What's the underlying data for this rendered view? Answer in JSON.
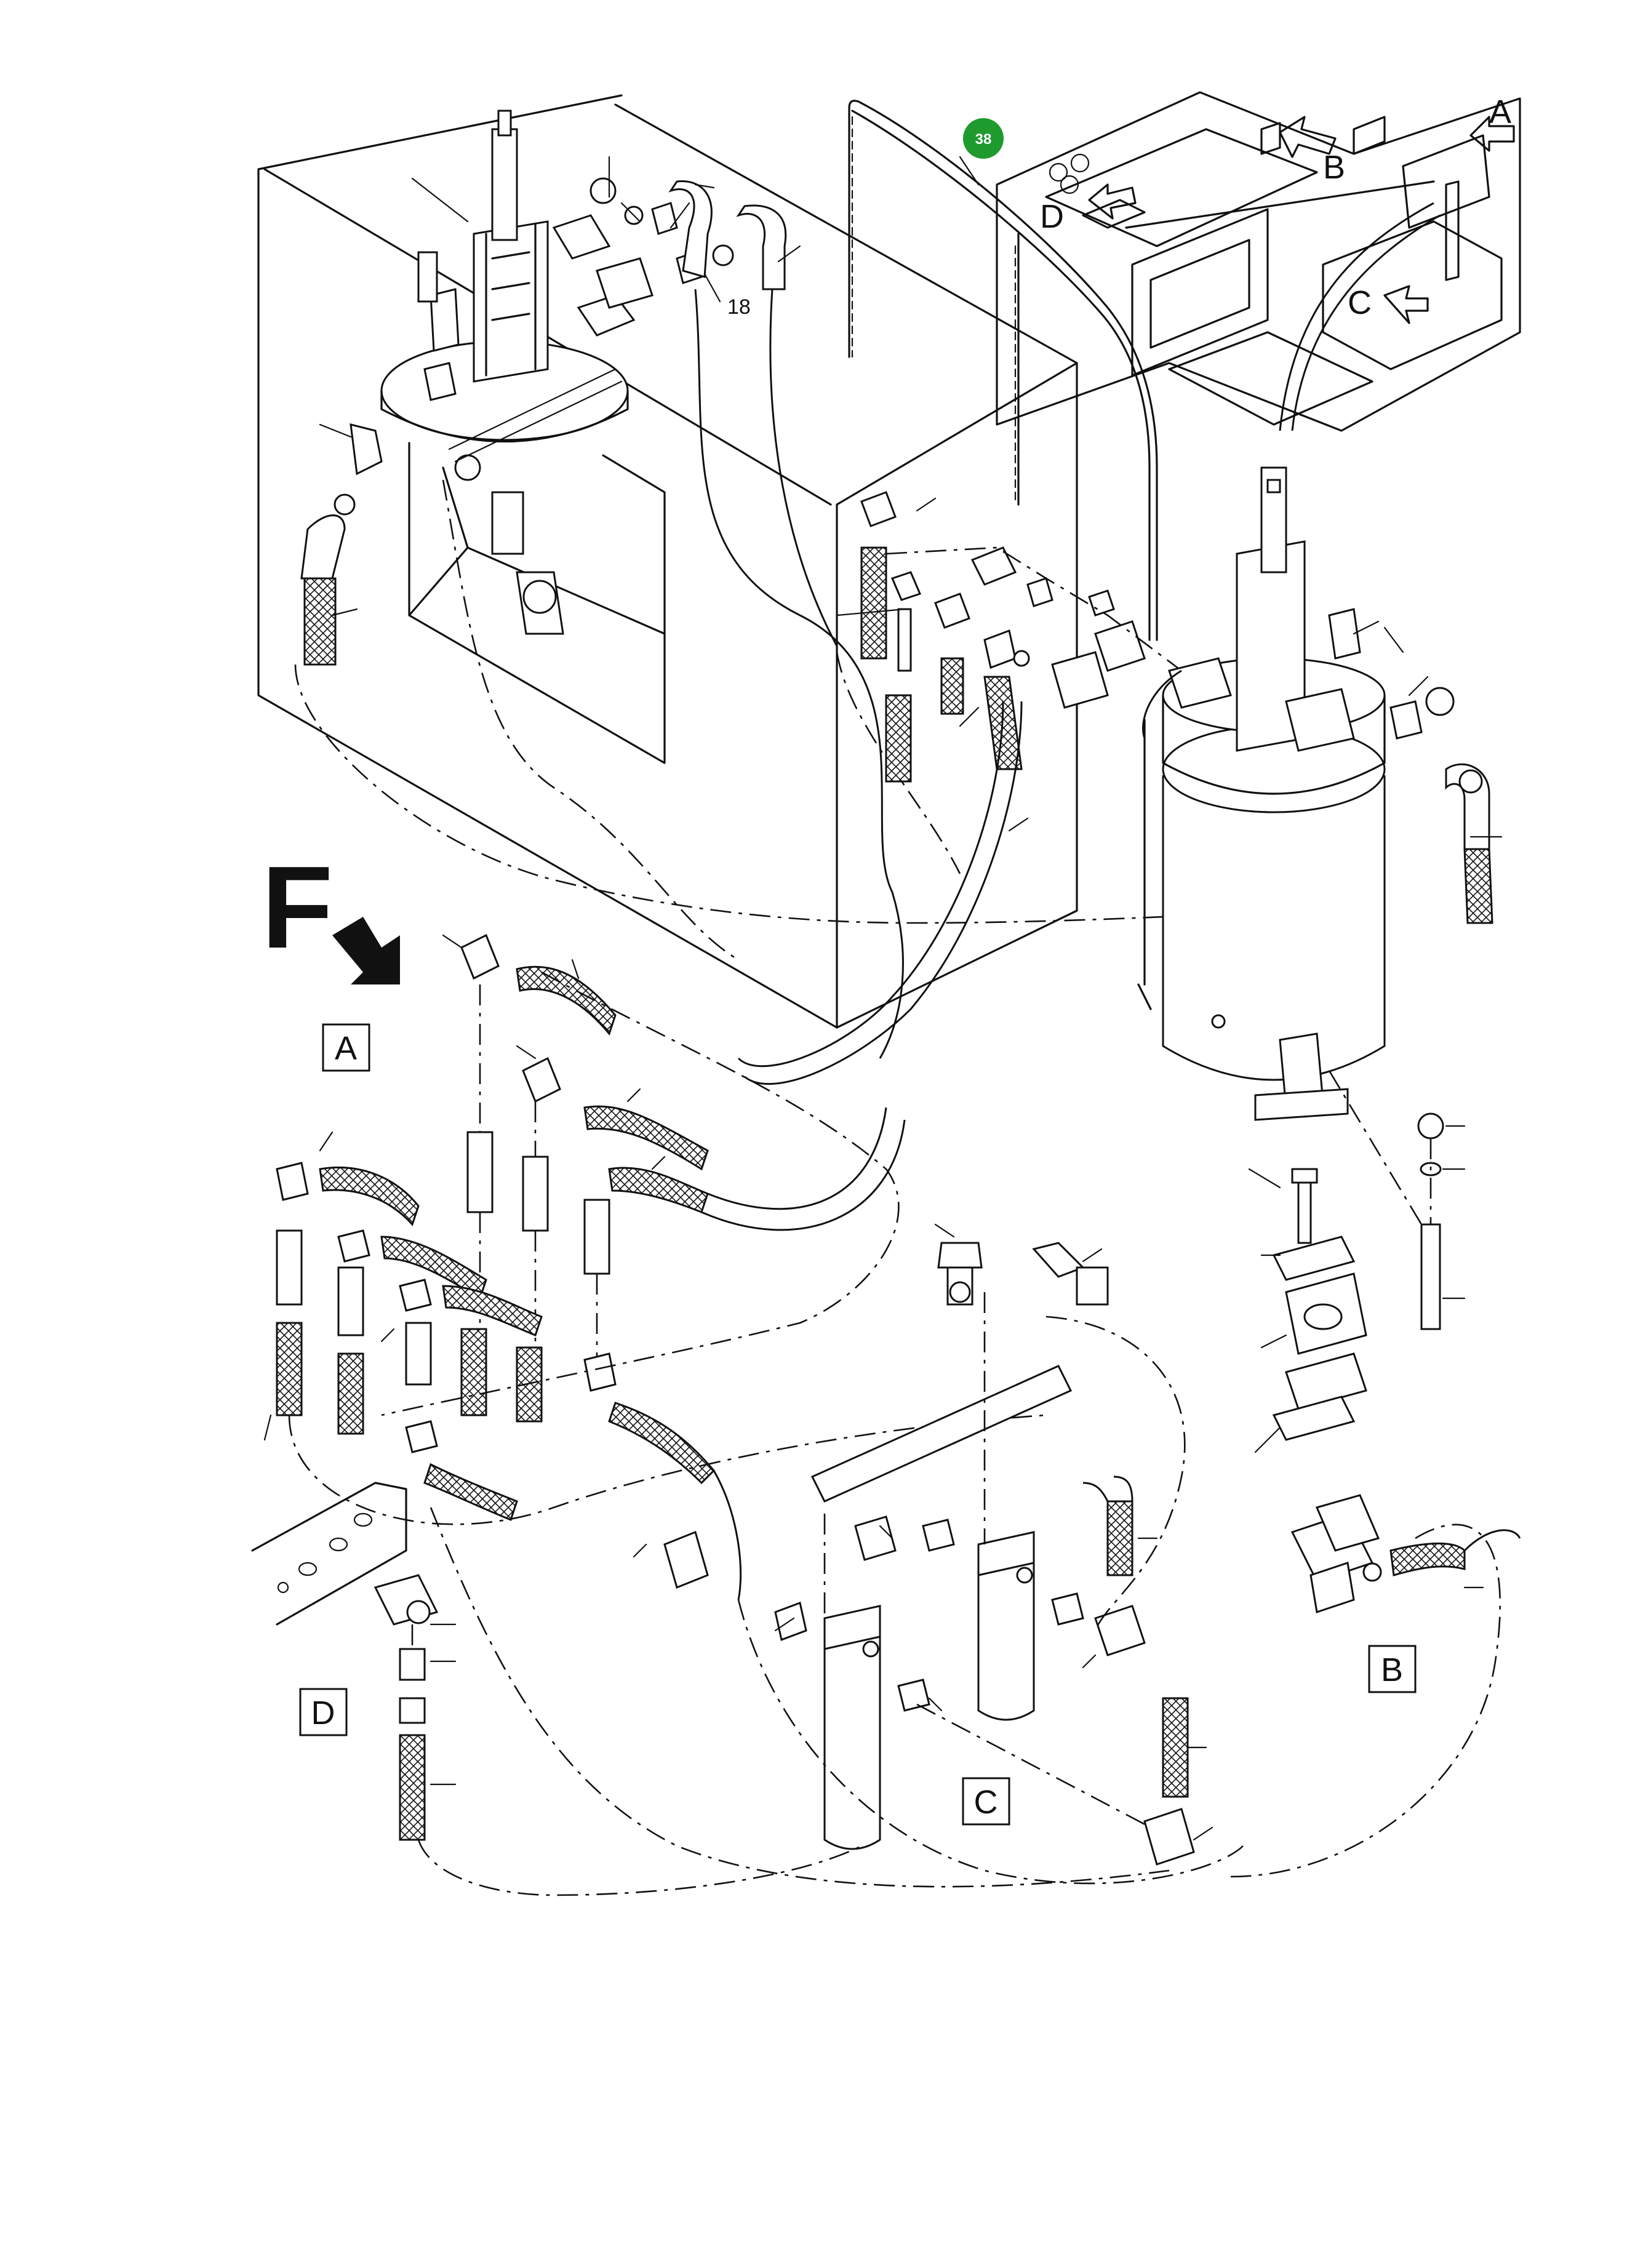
{
  "callout": {
    "number": "38",
    "color": "#1f9a2e"
  },
  "direction": {
    "letter": "F"
  },
  "detail_boxes": {
    "a": "A",
    "b": "B",
    "c": "C",
    "d": "D"
  },
  "inset_labels": {
    "a": "A",
    "b": "B",
    "c": "C",
    "d": "D"
  },
  "part_numbers": {
    "hose_18": "18"
  }
}
